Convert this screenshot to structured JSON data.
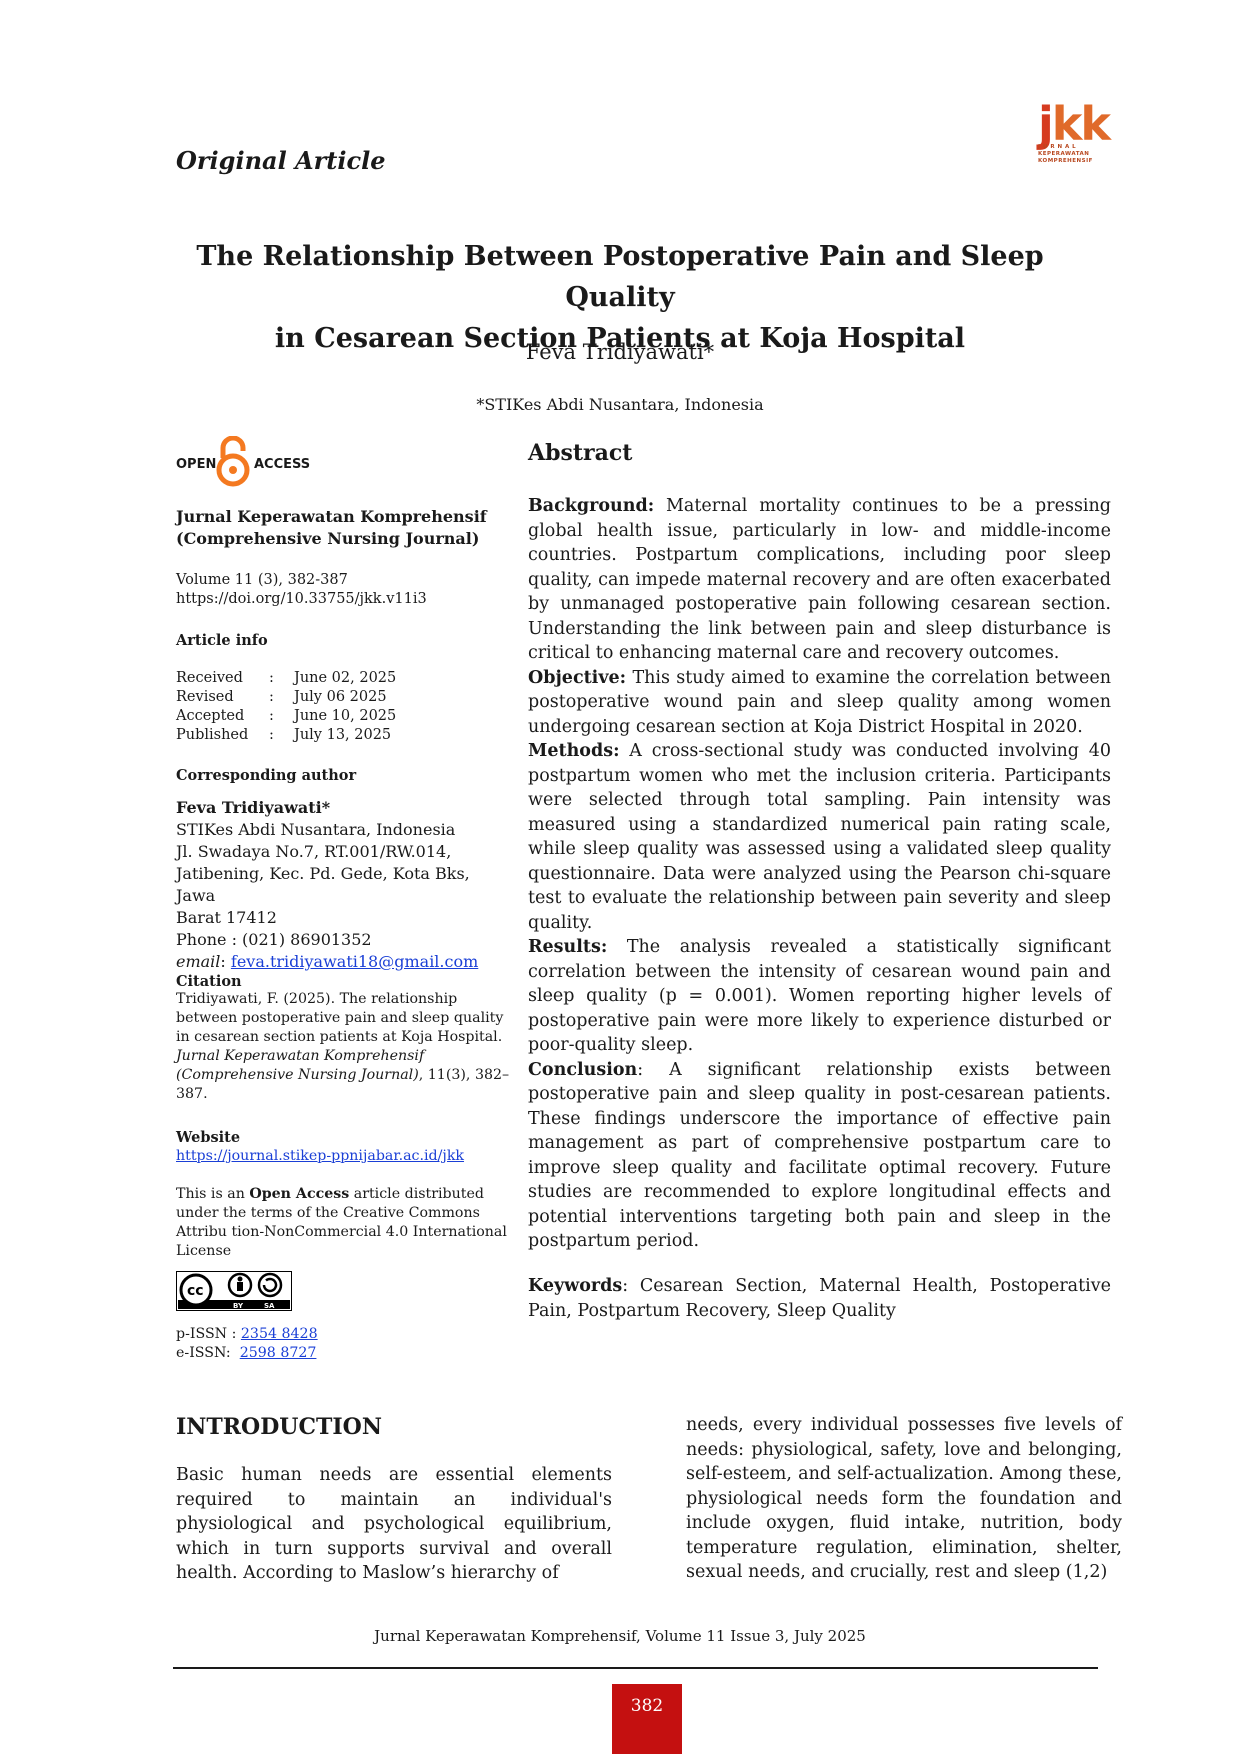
{
  "header": {
    "article_type": "Original Article",
    "logo": {
      "mark_j": "j",
      "mark_kk": "kk",
      "line1": "J U R N A L",
      "line2": "KEPERAWATAN",
      "line3": "KOMPREHENSIF"
    }
  },
  "title_line1": "The Relationship Between Postoperative Pain and Sleep Quality",
  "title_line2": "in Cesarean Section Patients at Koja Hospital",
  "author": "Feva Tridiyawati*",
  "affiliation": "*STIKes Abdi Nusantara, Indonesia",
  "sidebar": {
    "open_access_left": "OPEN",
    "open_access_right": "ACCESS",
    "journal_line1": "Jurnal Keperawatan Komprehensif",
    "journal_line2": "(Comprehensive Nursing Journal)",
    "volume": "Volume 11 (3), 382-387",
    "doi": "https://doi.org/10.33755/jkk.v11i3",
    "article_info_heading": "Article info",
    "dates": [
      {
        "label": "Received",
        "sep": ":",
        "value": "June 02, 2025"
      },
      {
        "label": "Revised",
        "sep": ":",
        "value": "July 06 2025"
      },
      {
        "label": "Accepted",
        "sep": ":",
        "value": "June 10, 2025"
      },
      {
        "label": "Published",
        "sep": ":",
        "value": "July 13, 2025"
      }
    ],
    "corresponding_heading": "Corresponding author",
    "corr_name": "Feva Tridiyawati*",
    "corr_affil": "STIKes Abdi Nusantara, Indonesia",
    "corr_addr1": "Jl. Swadaya No.7, RT.001/RW.014,",
    "corr_addr2": "Jatibening, Kec. Pd. Gede, Kota Bks, Jawa",
    "corr_addr3": "Barat 17412",
    "corr_phone": "Phone : (021) 86901352",
    "corr_email_label": "email",
    "corr_email": "feva.tridiyawati18@gmail.com",
    "citation_heading": "Citation",
    "citation_line1": "Tridiyawati, F. (2025). The relationship",
    "citation_line2": "between postoperative pain and sleep quality",
    "citation_line3": "in cesarean section patients at Koja Hospital.",
    "citation_line4": "Jurnal Keperawatan Komprehensif",
    "citation_line5_italic": "(Comprehensive Nursing Journal)",
    "citation_line5_rest": ", 11(3), 382–",
    "citation_line6": "387.",
    "website_heading": "Website",
    "website_url": "https://journal.stikep-ppnijabar.ac.id/jkk",
    "license_pre": "This is an ",
    "license_bold": "Open Access",
    "license_post": " article distributed",
    "license_line2": "under the terms of the Creative Commons",
    "license_line3": "Attribu tion-NonCommercial 4.0 International",
    "license_line4": "License",
    "cc_left": "BY",
    "cc_right": "SA",
    "pissn_label": "p-ISSN : ",
    "pissn": "2354 8428",
    "eissn_label": "e-ISSN:  ",
    "eissn": "2598 8727"
  },
  "abstract": {
    "heading": "Abstract",
    "background_label": "Background:",
    "background": " Maternal mortality continues to be a pressing global health issue, particularly in low- and middle-income countries. Postpartum complications, including poor sleep quality, can impede maternal recovery and are often exacerbated by unmanaged postoperative pain following cesarean section. Understanding the link between pain and sleep disturbance is critical to enhancing maternal care and recovery outcomes.",
    "objective_label": "Objective:",
    "objective": " This study aimed to examine the correlation between postoperative wound pain and sleep quality among women undergoing cesarean section at Koja District Hospital in 2020.",
    "methods_label": "Methods:",
    "methods": " A cross-sectional study was conducted involving 40 postpartum women who met the inclusion criteria. Participants were selected through total sampling. Pain intensity was measured using a standardized numerical pain rating scale, while sleep quality was assessed using a validated sleep quality questionnaire. Data were analyzed using the Pearson chi-square test to evaluate the relationship between pain severity and sleep quality.",
    "results_label": "Results:",
    "results": " The analysis revealed a statistically significant correlation between the intensity of cesarean wound pain and sleep quality (p = 0.001). Women reporting higher levels of postoperative pain were more likely to experience disturbed or poor-quality sleep.",
    "conclusion_label": "Conclusion",
    "conclusion": ": A significant relationship exists between postoperative pain and sleep quality in post-cesarean patients. These findings underscore the importance of effective pain management as part of comprehensive postpartum care to improve sleep quality and facilitate optimal recovery. Future studies are recommended to explore longitudinal effects and potential interventions targeting both pain and sleep in the postpartum period.",
    "keywords_label": "Keywords",
    "keywords": ": Cesarean Section, Maternal Health, Postoperative Pain, Postpartum Recovery, Sleep Quality"
  },
  "body": {
    "intro_heading": "INTRODUCTION",
    "col1": "Basic human needs are essential elements required to maintain an individual's physiological and psychological equilibrium, which in turn supports survival and overall health. According to Maslow’s hierarchy of",
    "col2": "needs, every individual possesses five levels of needs: physiological, safety, love and belonging, self-esteem, and self-actualization. Among these, physiological needs form the foundation and include oxygen, fluid intake, nutrition, body temperature regulation, elimination, shelter, sexual needs, and crucially, rest and sleep  (1,2)"
  },
  "footer": {
    "journal_issue": "Jurnal Keperawatan Komprehensif, Volume 11 Issue 3, July 2025",
    "page_number": "382"
  },
  "colors": {
    "page_box": "#c41010",
    "logo_orange": "#e06a2a",
    "logo_red": "#d63b20",
    "link": "#1a3fd6"
  }
}
